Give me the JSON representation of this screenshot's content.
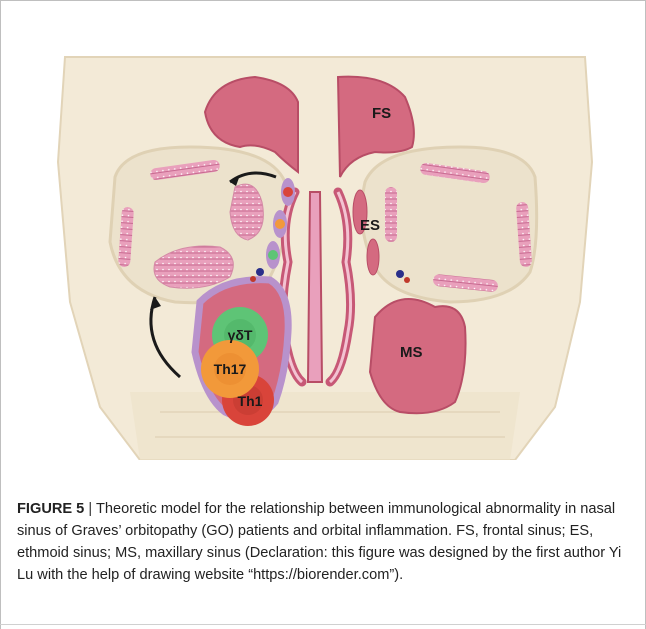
{
  "figure": {
    "labels": {
      "fs": "FS",
      "es": "ES",
      "ms": "MS",
      "gamma_delta_t": "γδT",
      "th17": "Th17",
      "th1": "Th1"
    },
    "colors": {
      "skull": "#f3ead7",
      "skull_shadow": "#e5d9bf",
      "sinus": "#d46a80",
      "sinus_dark": "#b84d66",
      "orbit_muscle": "#e9a0bc",
      "inflammation_border": "#b892cc",
      "gamma_delta_t_cell": "#5ec476",
      "th17_cell": "#f2993a",
      "th1_cell": "#d9443a"
    }
  },
  "caption": {
    "label": "FIGURE 5",
    "separator": "|",
    "text": "Theoretic model for the relationship between immunological abnormality in nasal sinus of Graves’ orbitopathy (GO) patients and orbital inflammation. FS, frontal sinus; ES, ethmoid sinus; MS, maxillary sinus (Declaration: this figure was designed by the first author Yi Lu with the help of drawing website “https://biorender.com”)."
  }
}
